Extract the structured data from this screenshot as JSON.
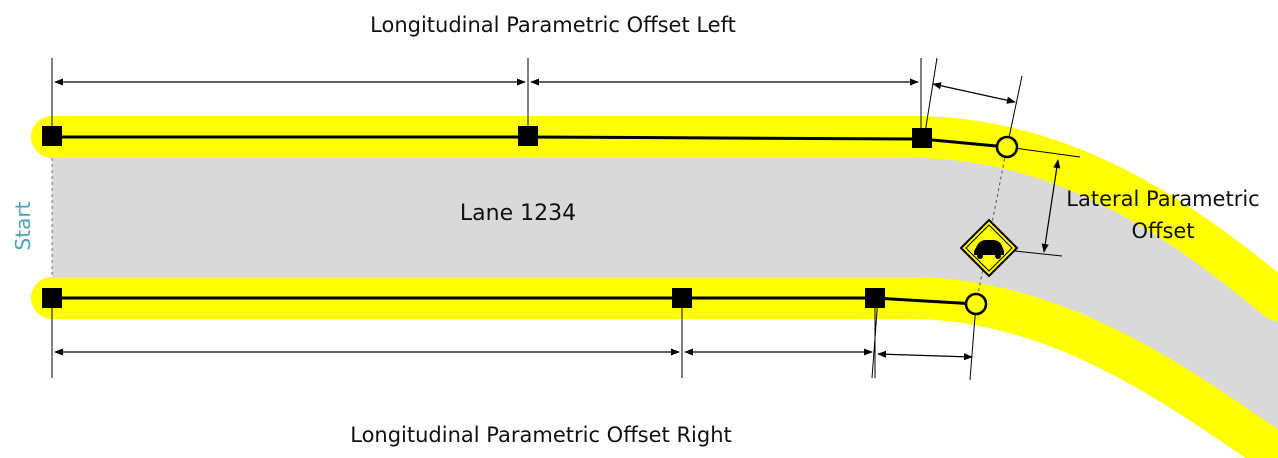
{
  "diagram": {
    "lane_label": "Lane 1234",
    "start_label": "Start",
    "longitudinal_offset_left_label": "Longitudinal Parametric Offset Left",
    "longitudinal_offset_right_label": "Longitudinal Parametric Offset Right",
    "lateral_offset_label_line1": "Lateral Parametric",
    "lateral_offset_label_line2": "Offset",
    "sign_icon": "car-warning-sign-icon"
  },
  "colors": {
    "lane_surface": "#d9d9d9",
    "lane_border_highlight": "#ffff00",
    "line": "#000000",
    "start_text": "#4aa3b8",
    "sign_fill": "#ffff00"
  }
}
